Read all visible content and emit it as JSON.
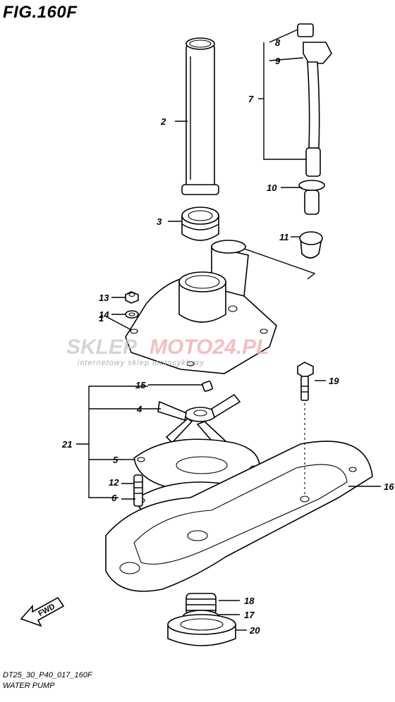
{
  "figure": {
    "title": "FIG.160F",
    "drawing_code": "DT25_30_P40_017_160F",
    "drawing_name": "WATER PUMP"
  },
  "watermark": {
    "brand_left": "SKLEP",
    "brand_right": "MOTO24.PL",
    "tagline": "internetowy sklep motocyklowy"
  },
  "direction_arrow": {
    "label": "FWD"
  },
  "callouts": [
    "1",
    "2",
    "3",
    "4",
    "5",
    "6",
    "7",
    "8",
    "9",
    "10",
    "11",
    "12",
    "13",
    "14",
    "15",
    "16",
    "17",
    "18",
    "19",
    "20",
    "21"
  ]
}
